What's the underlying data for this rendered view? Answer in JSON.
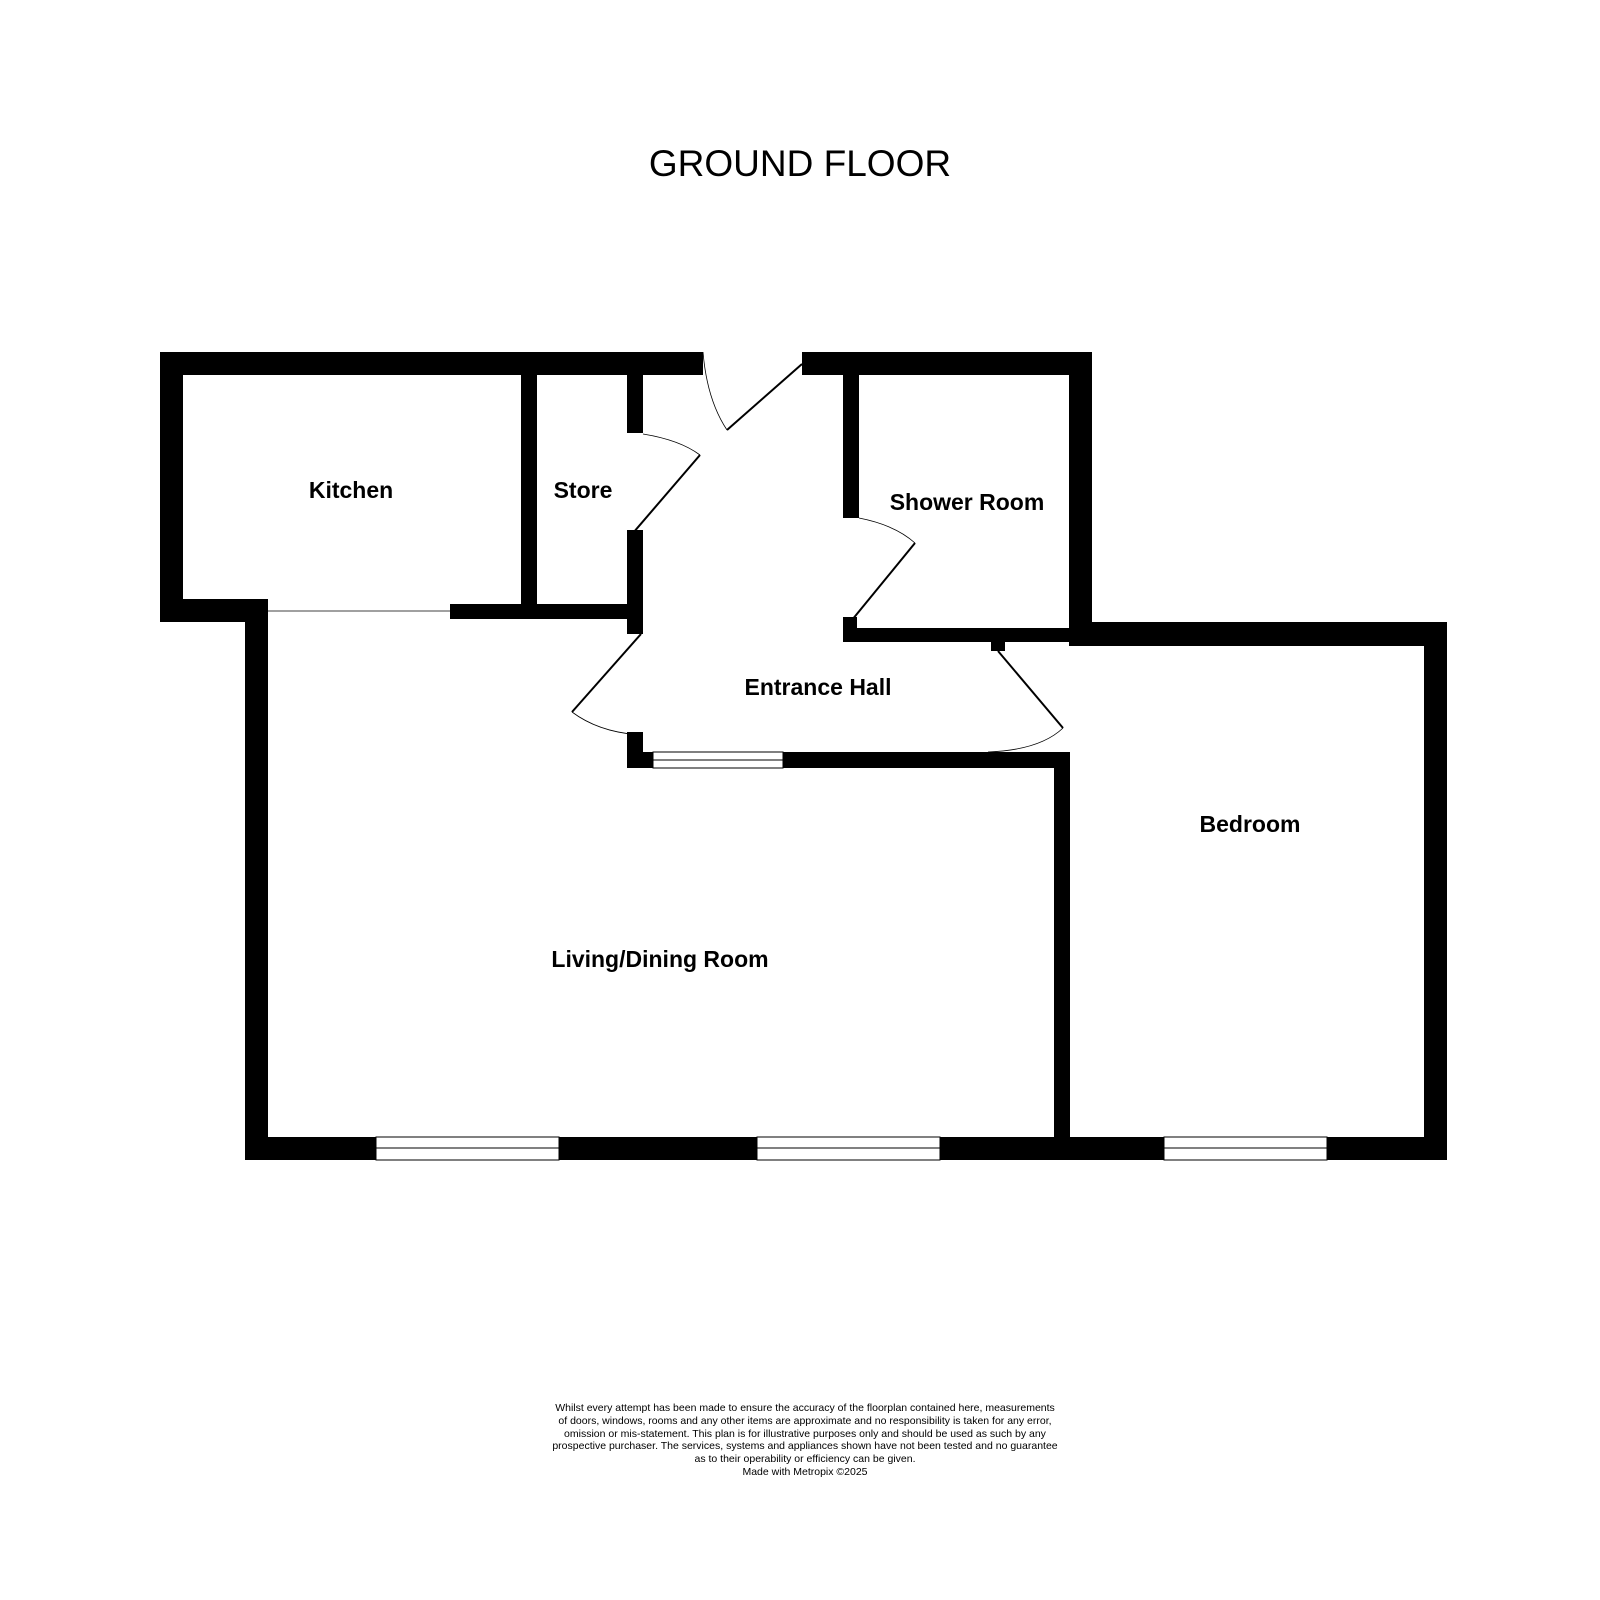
{
  "title": "GROUND FLOOR",
  "rooms": {
    "kitchen": "Kitchen",
    "store": "Store",
    "shower_room": "Shower Room",
    "entrance_hall": "Entrance Hall",
    "bedroom": "Bedroom",
    "living_dining": "Living/Dining Room"
  },
  "disclaimer": {
    "lines": [
      "Whilst every attempt has been made to ensure the accuracy of the floorplan contained here, measurements",
      "of doors, windows, rooms and any other items are approximate and no responsibility is taken for any error,",
      "omission or mis-statement. This plan is for illustrative purposes only and should be used as such by any",
      "prospective purchaser. The services, systems and appliances shown have not been tested and no guarantee",
      "as to their operability or efficiency can be given."
    ],
    "credit": "Made with Metropix ©2025"
  },
  "colors": {
    "wall": "#000000",
    "window": "#ffffff",
    "background": "#ffffff"
  }
}
